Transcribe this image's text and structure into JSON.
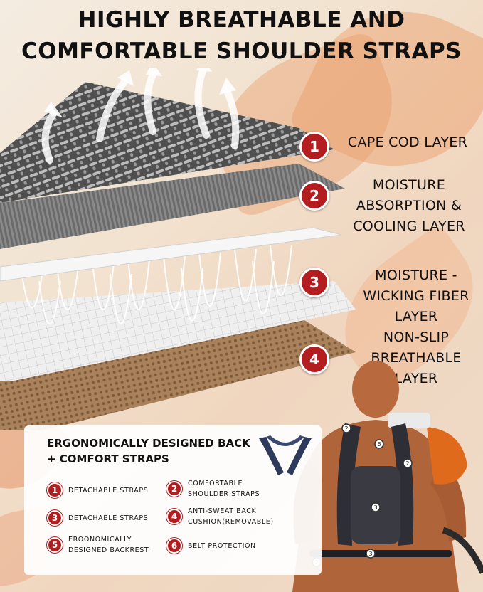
{
  "title": {
    "line1": "HIGHLY BREATHABLE AND",
    "line2": "COMFORTABLE SHOULDER STRAPS"
  },
  "colors": {
    "accent": "#b31d1f",
    "layer1": "#5a5a5a",
    "layer2": "#7d7d7d",
    "layer3": "#e9e9e9",
    "layer4": "#a9825c",
    "skin": "#b86a3e"
  },
  "layers": [
    {
      "number": "1",
      "lines": [
        "CAPE COD LAYER"
      ]
    },
    {
      "number": "2",
      "lines": [
        "MOISTURE",
        "ABSORPTION &",
        "COOLING LAYER"
      ]
    },
    {
      "number": "3",
      "lines": [
        "MOISTURE -",
        "WICKING FIBER",
        "LAYER"
      ]
    },
    {
      "number": "4",
      "lines": [
        "NON-SLIP",
        "BREATHABLE",
        "LAYER"
      ]
    }
  ],
  "panel": {
    "title1": "ERGONOMICALLY DESIGNED BACK",
    "title2": "+ COMFORT STRAPS",
    "features": [
      {
        "number": "1",
        "lines": [
          "DETACHABLE STRAPS"
        ]
      },
      {
        "number": "2",
        "lines": [
          "COMFORTABLE",
          "SHOULDER STRAPS"
        ]
      },
      {
        "number": "3",
        "lines": [
          "DETACHABLE STRAPS"
        ]
      },
      {
        "number": "4",
        "lines": [
          "ANTI-SWEAT BACK",
          "CUSHION(REMOVABLE)"
        ]
      },
      {
        "number": "5",
        "lines": [
          "EROONOMICALLY",
          "DESIGNED BACKREST"
        ]
      },
      {
        "number": "6",
        "lines": [
          "BELT PROTECTION"
        ]
      }
    ]
  },
  "person_callouts": [
    "2",
    "6",
    "2",
    "3",
    "3",
    "2"
  ]
}
